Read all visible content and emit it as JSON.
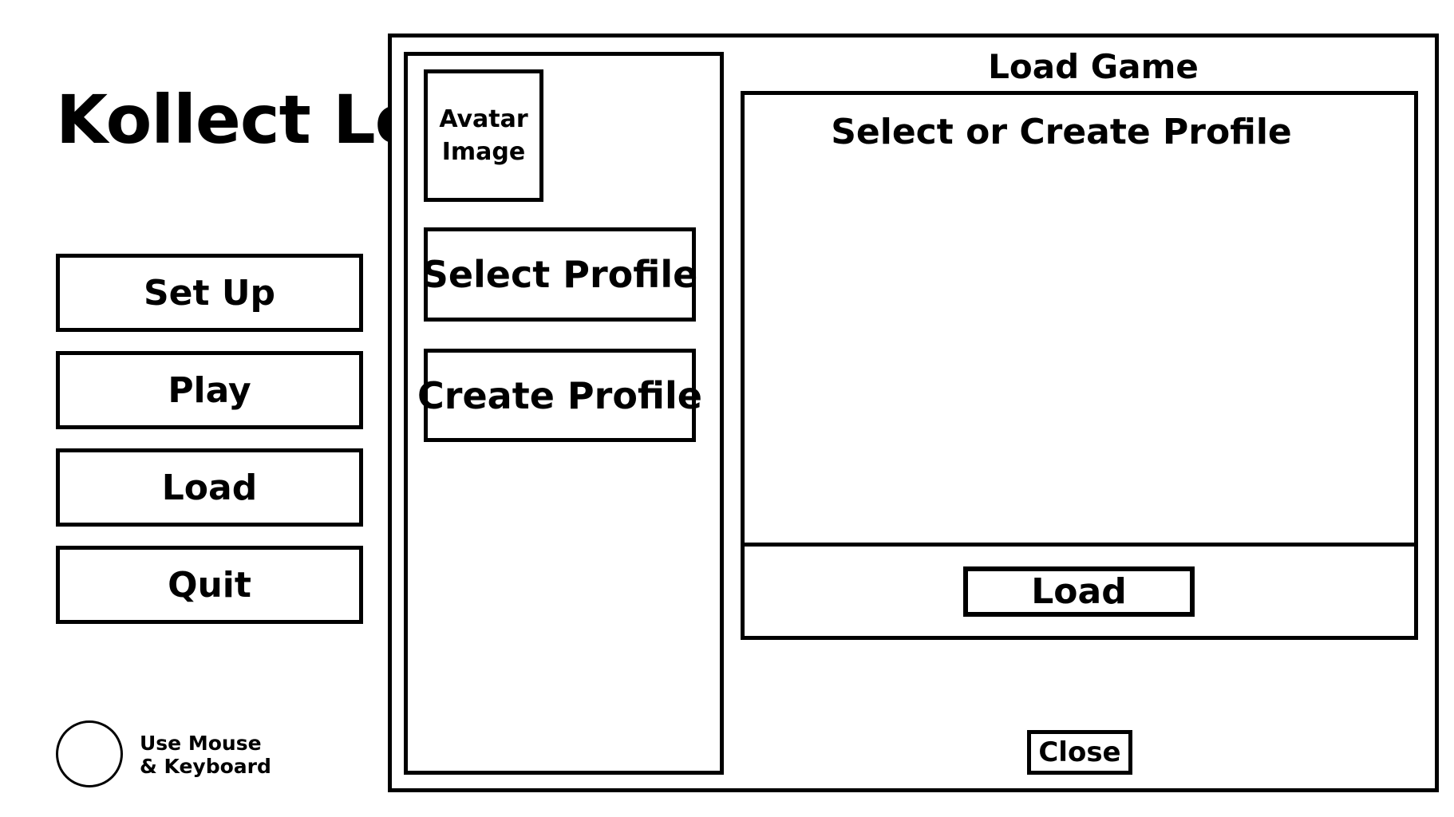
{
  "app": {
    "title": "Kollect Lo"
  },
  "main_menu": {
    "buttons": [
      {
        "label": "Set Up"
      },
      {
        "label": "Play"
      },
      {
        "label": "Load"
      },
      {
        "label": "Quit"
      }
    ]
  },
  "input_mode": {
    "line1": "Use Mouse",
    "line2": "& Keyboard"
  },
  "load_dialog": {
    "title": "Load Game",
    "avatar": {
      "line1": "Avatar",
      "line2": "Image"
    },
    "select_profile_label": "Select Profile",
    "create_profile_label": "Create Profile",
    "profile_heading": "Select or Create Profile",
    "load_button_label": "Load",
    "close_button_label": "Close"
  }
}
